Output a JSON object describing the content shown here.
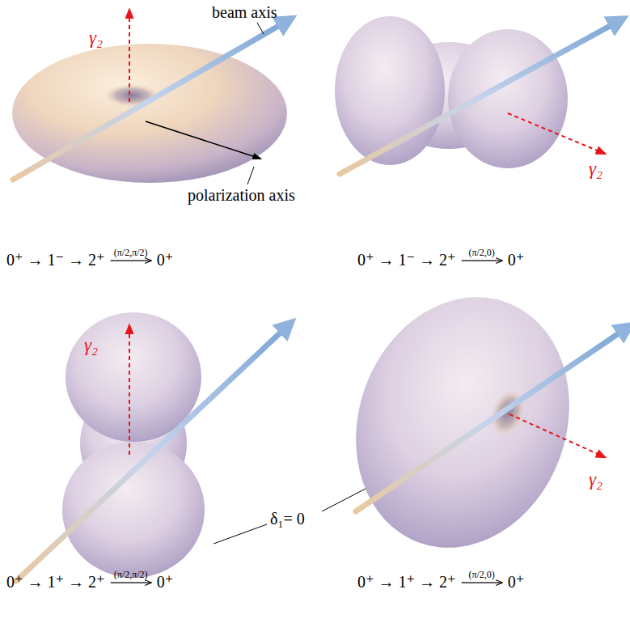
{
  "diagram": {
    "labels": [
      "γ₂",
      "beam axis",
      "polarization axis",
      "0⁺ → 1⁻ → 2⁺",
      "(π/2,π/2)",
      "0⁺",
      "γ₂",
      "0⁺ → 1⁻ → 2⁺",
      "(π/2,0)",
      "0⁺",
      "γ₂",
      "δ₁= 0",
      "γ₂",
      "0⁺ → 1⁺ → 2⁺",
      "(π/2,π/2)",
      "0⁺",
      "0⁺ → 1⁺ → 2⁺",
      "(π/2,0)",
      "0⁺"
    ]
  }
}
